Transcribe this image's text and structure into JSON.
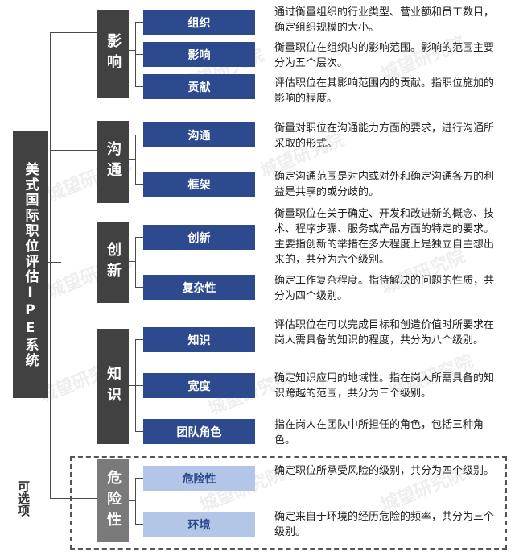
{
  "root": {
    "label": "美式国际职位评估IPE系统"
  },
  "optional_label": "可选项",
  "watermark": "城望研究院",
  "colors": {
    "dark_box": "#414141",
    "blue_box": "#2e4a8f",
    "light_blue_box": "#b4c6e7",
    "optional_box": "#7a7a7a"
  },
  "categories": [
    {
      "label": "影响",
      "items": [
        {
          "label": "组织",
          "desc": "通过衡量组织的行业类型、营业额和员工数目，确定组织规模的大小。"
        },
        {
          "label": "影响",
          "desc": "衡量职位在组织内的影响范围。影响的范围主要分为五个层次。"
        },
        {
          "label": "贡献",
          "desc": "评估职位在其影响范围内的贡献。指职位施加的影响的程度。"
        }
      ]
    },
    {
      "label": "沟通",
      "items": [
        {
          "label": "沟通",
          "desc": "衡量对职位在沟通能力方面的要求，进行沟通所采取的形式。"
        },
        {
          "label": "框架",
          "desc": "确定沟通范围是对内或对外和确定沟通各方的利益是共享的或分歧的。"
        }
      ]
    },
    {
      "label": "创新",
      "items": [
        {
          "label": "创新",
          "desc": "衡量职位在关于确定、开发和改进新的概念、技术、程序步骤、服务或产品方面的特定的要求。主要指创新的举措在多大程度上是独立自主想出来的，共分为六个级别。"
        },
        {
          "label": "复杂性",
          "desc": "确定工作复杂程度。指待解决的问题的性质，共分为四个级别。"
        }
      ]
    },
    {
      "label": "知识",
      "items": [
        {
          "label": "知识",
          "desc": "评估职位在可以完成目标和创造价值时所要求在岗人需具备的知识的程度，共分为八个级别。"
        },
        {
          "label": "宽度",
          "desc": "确定知识应用的地域性。指在岗人所需具备的知识跨越的范围，共分为三个级别。"
        },
        {
          "label": "团队角色",
          "desc": "指在岗人在团队中所担任的角色，包括三种角色。"
        }
      ]
    },
    {
      "label": "危险性",
      "items": [
        {
          "label": "危险性",
          "desc": "确定职位所承受风险的级别，共分为四个级别。"
        },
        {
          "label": "环境",
          "desc": "确定来自于环境的经历危险的频率，共分为三个级别。"
        }
      ]
    }
  ]
}
